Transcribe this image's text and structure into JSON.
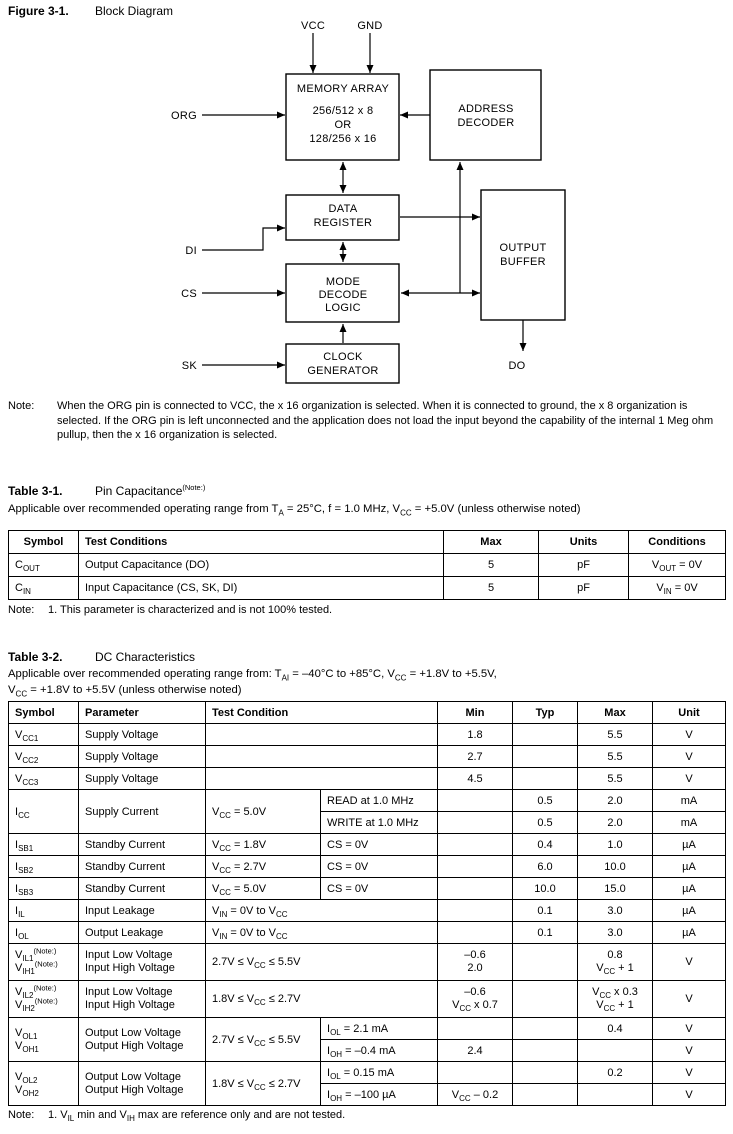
{
  "page": {
    "background": "#ffffff",
    "text_color": "#000000"
  },
  "figure": {
    "label": "Figure 3-1.",
    "title": "Block Diagram",
    "diagram": {
      "vcc_label": "VCC",
      "gnd_label": "GND",
      "org_label": "ORG",
      "di_label": "DI",
      "cs_label": "CS",
      "sk_label": "SK",
      "do_label": "DO",
      "memory_array": [
        "MEMORY ARRAY",
        "256/512 x 8",
        "OR",
        "128/256 x 16"
      ],
      "address_decoder": [
        "ADDRESS",
        "DECODER"
      ],
      "data_register": [
        "DATA",
        "REGISTER"
      ],
      "output_buffer": [
        "OUTPUT",
        "BUFFER"
      ],
      "mode_decode_logic": [
        "MODE",
        "DECODE",
        "LOGIC"
      ],
      "clock_generator": [
        "CLOCK",
        "GENERATOR"
      ]
    },
    "note_label": "Note:",
    "note_text": "When the ORG pin is connected to VCC, the x 16 organization is selected. When it is connected to ground, the x 8 organization is selected. If the ORG pin is left unconnected and the application does not load the input beyond the capability of the internal 1 Meg ohm pullup, then the x 16 organization is selected."
  },
  "table1": {
    "label": "Table 3-1.",
    "title": "Pin Capacitance",
    "title_sup": "(Note:)",
    "subtitle": "Applicable over recommended operating range from T~A~ = 25°C, f = 1.0 MHz, V~CC~ = +5.0V (unless otherwise noted)",
    "headers": [
      "Symbol",
      "Test Conditions",
      "Max",
      "Units",
      "Conditions"
    ],
    "rows": [
      {
        "symbol": "C~OUT~",
        "test_conditions": "Output Capacitance (DO)",
        "max": "5",
        "units": "pF",
        "conditions": "V~OUT~ = 0V"
      },
      {
        "symbol": "C~IN~",
        "test_conditions": "Input Capacitance (CS, SK, DI)",
        "max": "5",
        "units": "pF",
        "conditions": "V~IN~ = 0V"
      }
    ],
    "note_label": "Note:",
    "note": "1. This parameter is characterized and is not 100% tested."
  },
  "table2": {
    "label": "Table 3-2.",
    "title": "DC Characteristics",
    "subtitle1": "Applicable over recommended operating range from: T~AI~ = –40°C to +85°C, V~CC~ = +1.8V to +5.5V,",
    "subtitle2": "V~CC~ = +1.8V to +5.5V (unless otherwise noted)",
    "headers": [
      "Symbol",
      "Parameter",
      "Test Condition",
      "Min",
      "Typ",
      "Max",
      "Unit"
    ],
    "rows": {
      "vcc1": {
        "symbol": "V~CC1~",
        "parameter": "Supply Voltage",
        "test_condition": "",
        "min": "1.8",
        "typ": "",
        "max": "5.5",
        "unit": "V"
      },
      "vcc2": {
        "symbol": "V~CC2~",
        "parameter": "Supply Voltage",
        "test_condition": "",
        "min": "2.7",
        "typ": "",
        "max": "5.5",
        "unit": "V"
      },
      "vcc3": {
        "symbol": "V~CC3~",
        "parameter": "Supply Voltage",
        "test_condition": "",
        "min": "4.5",
        "typ": "",
        "max": "5.5",
        "unit": "V"
      },
      "icc": {
        "symbol": "I~CC~",
        "parameter": "Supply Current",
        "condition": "V~CC~ = 5.0V",
        "read": {
          "condition": "READ at 1.0 MHz",
          "min": "",
          "typ": "0.5",
          "max": "2.0",
          "unit": "mA"
        },
        "write": {
          "condition": "WRITE at 1.0 MHz",
          "min": "",
          "typ": "0.5",
          "max": "2.0",
          "unit": "mA"
        }
      },
      "isb1": {
        "symbol": "I~SB1~",
        "parameter": "Standby Current",
        "condition1": "V~CC~ = 1.8V",
        "condition2": "CS = 0V",
        "min": "",
        "typ": "0.4",
        "max": "1.0",
        "unit": "µA"
      },
      "isb2": {
        "symbol": "I~SB2~",
        "parameter": "Standby Current",
        "condition1": "V~CC~ = 2.7V",
        "condition2": "CS = 0V",
        "min": "",
        "typ": "6.0",
        "max": "10.0",
        "unit": "µA"
      },
      "isb3": {
        "symbol": "I~SB3~",
        "parameter": "Standby Current",
        "condition1": "V~CC~ = 5.0V",
        "condition2": "CS = 0V",
        "min": "",
        "typ": "10.0",
        "max": "15.0",
        "unit": "µA"
      },
      "iil": {
        "symbol": "I~IL~",
        "parameter": "Input Leakage",
        "condition": "V~IN~ = 0V to V~CC~",
        "min": "",
        "typ": "0.1",
        "max": "3.0",
        "unit": "µA"
      },
      "iol": {
        "symbol": "I~OL~",
        "parameter": "Output Leakage",
        "condition": "V~IN~ = 0V to V~CC~",
        "min": "",
        "typ": "0.1",
        "max": "3.0",
        "unit": "µA"
      },
      "vil1": {
        "symbol1": "V~IL1~^(Note:)^",
        "symbol2": "V~IH1~^(Note:)^",
        "parameter1": "Input Low Voltage",
        "parameter2": "Input High Voltage",
        "condition": "2.7V ≤ V~CC~ ≤ 5.5V",
        "min1": "–0.6",
        "min2": "2.0",
        "typ": "",
        "max1": "0.8",
        "max2": "V~CC~ + 1",
        "unit": "V"
      },
      "vil2": {
        "symbol1": "V~IL2~^(Note:)^",
        "symbol2": "V~IH2~^(Note:)^",
        "parameter1": "Input Low Voltage",
        "parameter2": "Input High Voltage",
        "condition": "1.8V ≤ V~CC~ ≤ 2.7V",
        "min1": "–0.6",
        "min2": "V~CC~ x 0.7",
        "typ": "",
        "max1": "V~CC~ x 0.3",
        "max2": "V~CC~ + 1",
        "unit": "V"
      },
      "vol1": {
        "symbol1": "V~OL1~",
        "symbol2": "V~OH1~",
        "parameter1": "Output Low Voltage",
        "parameter2": "Output High Voltage",
        "condition": "2.7V ≤ V~CC~ ≤ 5.5V",
        "low": {
          "condition": "I~OL~ = 2.1 mA",
          "min": "",
          "typ": "",
          "max": "0.4",
          "unit": "V"
        },
        "high": {
          "condition": "I~OH~ = –0.4 mA",
          "min": "2.4",
          "typ": "",
          "max": "",
          "unit": "V"
        }
      },
      "vol2": {
        "symbol1": "V~OL2~",
        "symbol2": "V~OH2~",
        "parameter1": "Output Low Voltage",
        "parameter2": "Output High Voltage",
        "condition": "1.8V ≤ V~CC~ ≤ 2.7V",
        "low": {
          "condition": "I~OL~ = 0.15 mA",
          "min": "",
          "typ": "",
          "max": "0.2",
          "unit": "V"
        },
        "high": {
          "condition": "I~OH~ = –100 µA",
          "min": "V~CC~ – 0.2",
          "typ": "",
          "max": "",
          "unit": "V"
        }
      }
    },
    "note_label": "Note:",
    "note": "1. V~IL~ min and V~IH~ max are reference only and are not tested."
  }
}
